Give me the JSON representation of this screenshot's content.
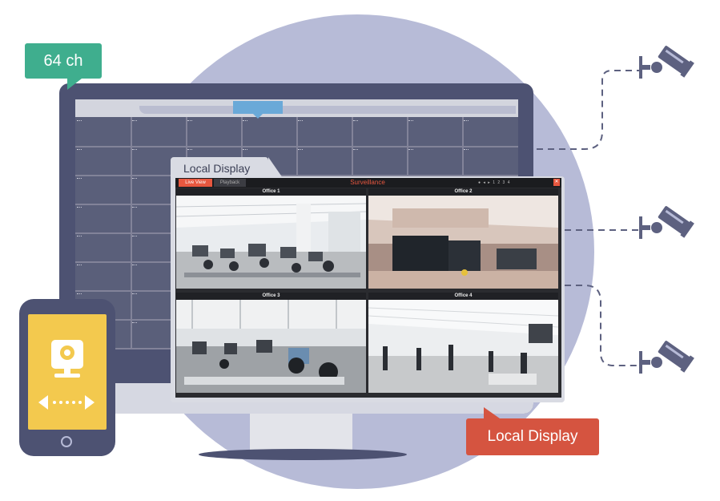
{
  "badges": {
    "channels": "64 ch",
    "local_display": "Local Display"
  },
  "window": {
    "tab_label": "Local Display"
  },
  "app": {
    "title": "Surveillance",
    "live_view": "Live View",
    "playback": "Playback",
    "controls_text": "● ◂ ▸   1 2 3 4",
    "close_glyph": "✕",
    "cameras": [
      {
        "label": "Office 1"
      },
      {
        "label": "Office 2"
      },
      {
        "label": "Office 3"
      },
      {
        "label": "Office 4"
      }
    ]
  },
  "colors": {
    "circle": "#b7bbd7",
    "monitor": "#4d5272",
    "badge_green": "#3fae8e",
    "badge_red": "#d55440",
    "accent_red": "#e7573f",
    "phone_screen": "#f3c94e",
    "highlight_blue": "#6aa9d8"
  },
  "icons": {
    "phone_center": "ip-camera-icon",
    "phone_bottom": "double-arrow-icon",
    "network": "cctv-camera-icon"
  }
}
